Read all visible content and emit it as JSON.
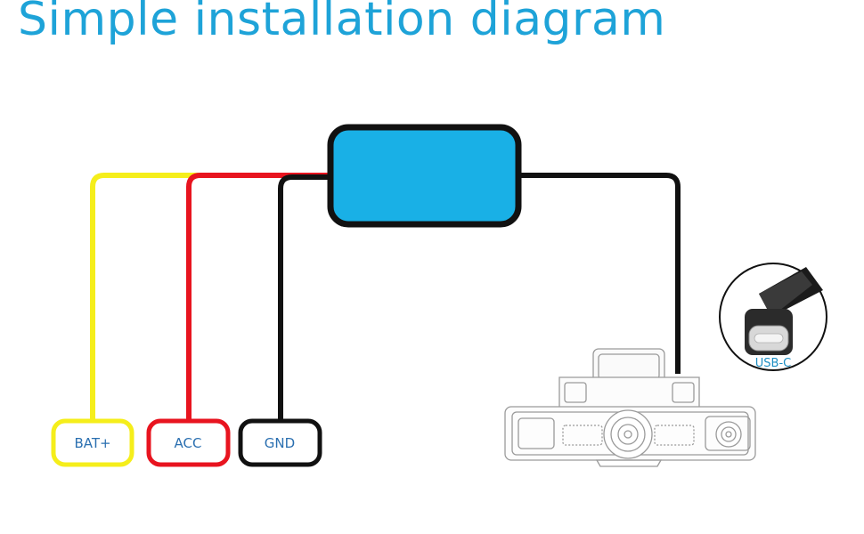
{
  "title": "Simple installation diagram",
  "colors": {
    "title": "#1ea3d8",
    "module": "#19b0e6",
    "bat": "#f5ee1b",
    "acc": "#e8141f",
    "gnd": "#111111",
    "usb_label": "#1e8fc4",
    "label_text": "#2a6fb0"
  },
  "terminals": [
    {
      "label": "BAT+",
      "wire": "yellow"
    },
    {
      "label": "ACC",
      "wire": "red"
    },
    {
      "label": "GND",
      "wire": "black"
    }
  ],
  "connector": {
    "label": "USB-C"
  },
  "icons": {
    "module": "hardwire-module",
    "camera": "dash-camera",
    "connector": "usb-c-plug"
  }
}
